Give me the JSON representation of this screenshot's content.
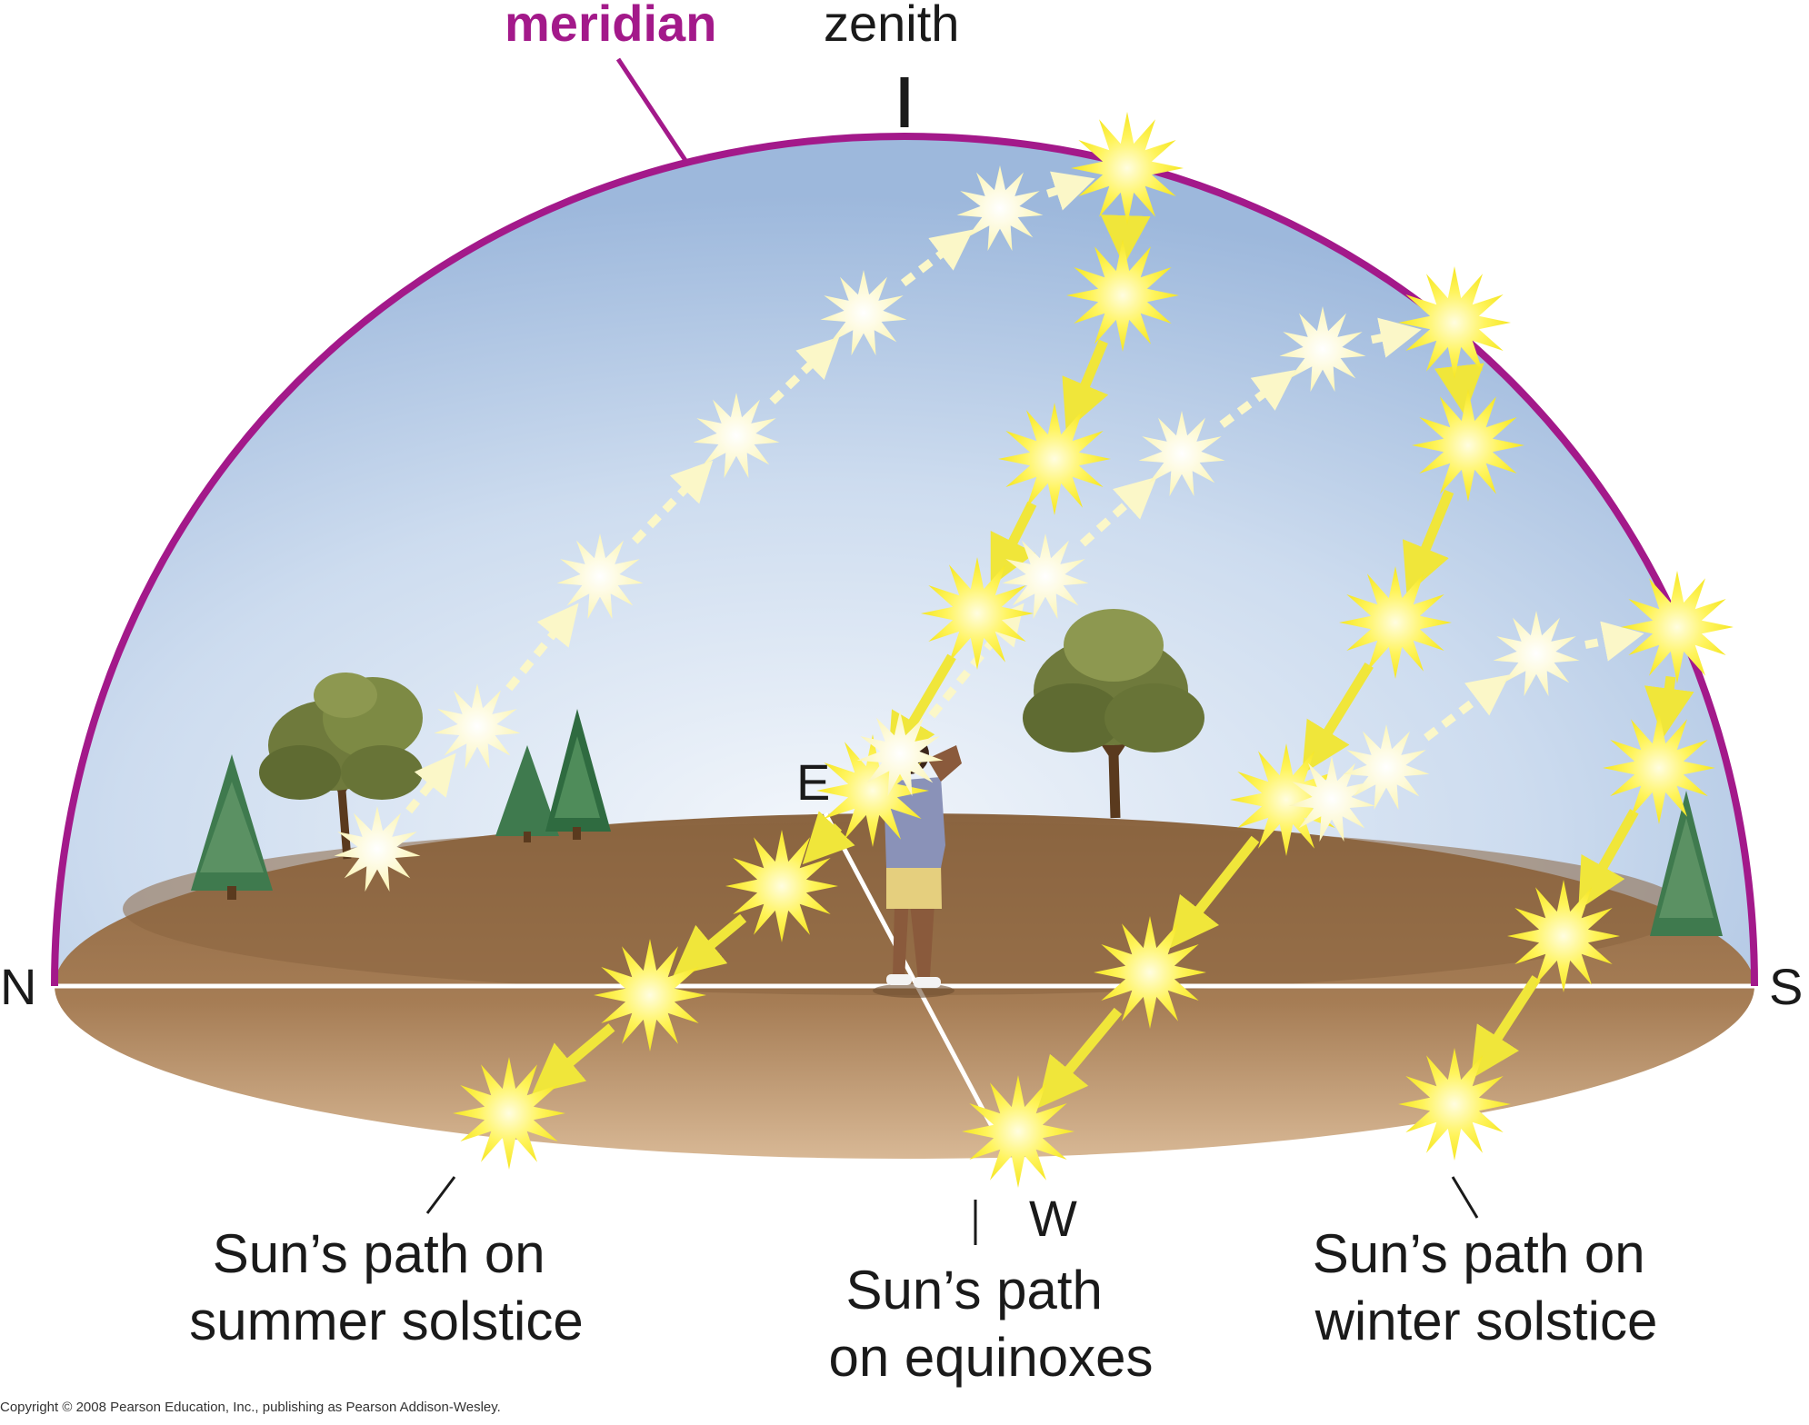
{
  "labels": {
    "meridian": "meridian",
    "zenith": "zenith",
    "north": "N",
    "south": "S",
    "east": "E",
    "west": "W",
    "summer": [
      "Sun’s path on",
      "summer solstice"
    ],
    "equinox": [
      "Sun’s path",
      "on equinoxes"
    ],
    "winter": [
      "Sun’s path on",
      "winter solstice"
    ],
    "copyright": "Copyright © 2008 Pearson Education, Inc., publishing as Pearson Addison-Wesley."
  },
  "colors": {
    "meridian": "#a3198a",
    "sky_top": "#9fb9dd",
    "sky_light": "#e9f0f9",
    "ground_dark": "#8c6540",
    "ground_light": "#d0ad86",
    "sun": "#fff23a",
    "sun_core": "#fffbd0",
    "path": "#f2ec3c",
    "path_pale": "#fbf8c6",
    "text": "#1a1a1a"
  },
  "sun_paths": [
    {
      "name": "summer solstice"
    },
    {
      "name": "equinoxes"
    },
    {
      "name": "winter solstice"
    }
  ]
}
